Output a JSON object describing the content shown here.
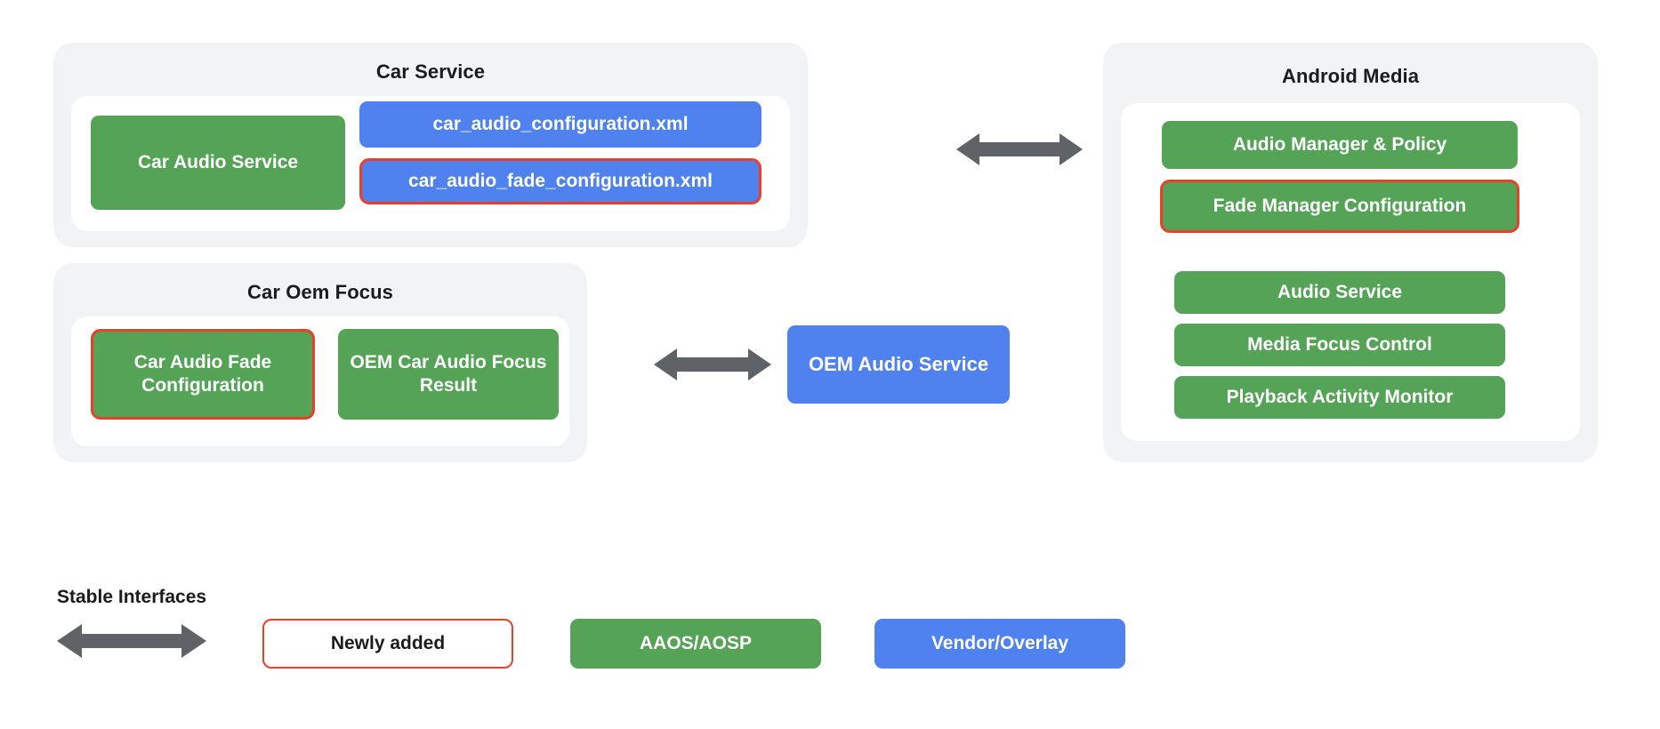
{
  "diagram": {
    "groups": [
      {
        "id": "car-service",
        "title": "Car Service",
        "nodes": [
          {
            "label": "Car Audio Service",
            "style": "green"
          },
          {
            "label": "car_audio_configuration.xml",
            "style": "blue"
          },
          {
            "label": "car_audio_fade_configuration.xml",
            "style": "blue-newly"
          }
        ]
      },
      {
        "id": "car-oem-focus",
        "title": "Car Oem Focus",
        "nodes": [
          {
            "label": "Car Audio Fade Configuration",
            "style": "green-newly"
          },
          {
            "label": "OEM Car Audio Focus Result",
            "style": "green"
          }
        ]
      },
      {
        "id": "android-media",
        "title": "Android Media",
        "nodes": [
          {
            "label": "Audio Manager & Policy",
            "style": "green"
          },
          {
            "label": "Fade Manager Configuration",
            "style": "green-newly"
          },
          {
            "label": "Audio Service",
            "style": "green"
          },
          {
            "label": "Media Focus Control",
            "style": "green"
          },
          {
            "label": "Playback Activity Monitor",
            "style": "green"
          }
        ]
      }
    ],
    "standalone": [
      {
        "id": "oem-audio-service",
        "label": "OEM Audio Service",
        "style": "blue"
      }
    ],
    "connectors": [
      {
        "id": "car-service-to-android-media",
        "type": "double-arrow"
      },
      {
        "id": "car-oem-focus-to-oem-audio-service",
        "type": "double-arrow"
      }
    ]
  },
  "legend": {
    "stable_interfaces_label": "Stable Interfaces",
    "items": [
      {
        "label": "Newly added",
        "style": "outline"
      },
      {
        "label": "AAOS/AOSP",
        "style": "green"
      },
      {
        "label": "Vendor/Overlay",
        "style": "blue"
      }
    ]
  },
  "colors": {
    "green": "#54a356",
    "blue": "#4f82ee",
    "red_highlight": "#e8412a",
    "panel_grey": "#f1f3f4",
    "arrow_grey": "#5f6368",
    "text_dark": "#1b1b1b"
  }
}
